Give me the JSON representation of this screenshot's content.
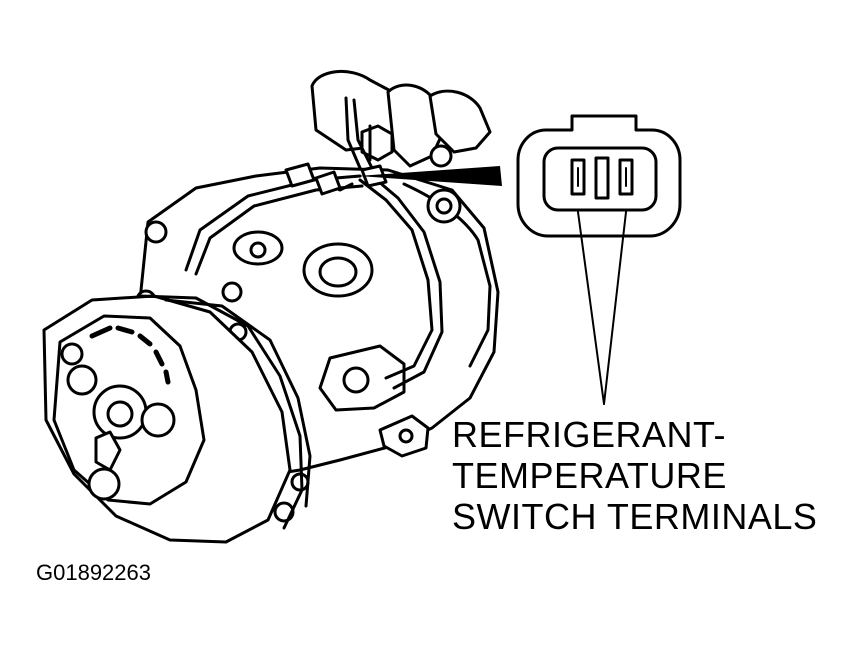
{
  "callout": {
    "lines": [
      "REFRIGERANT-",
      "TEMPERATURE",
      "SWITCH TERMINALS"
    ]
  },
  "figure_id": "G01892263"
}
